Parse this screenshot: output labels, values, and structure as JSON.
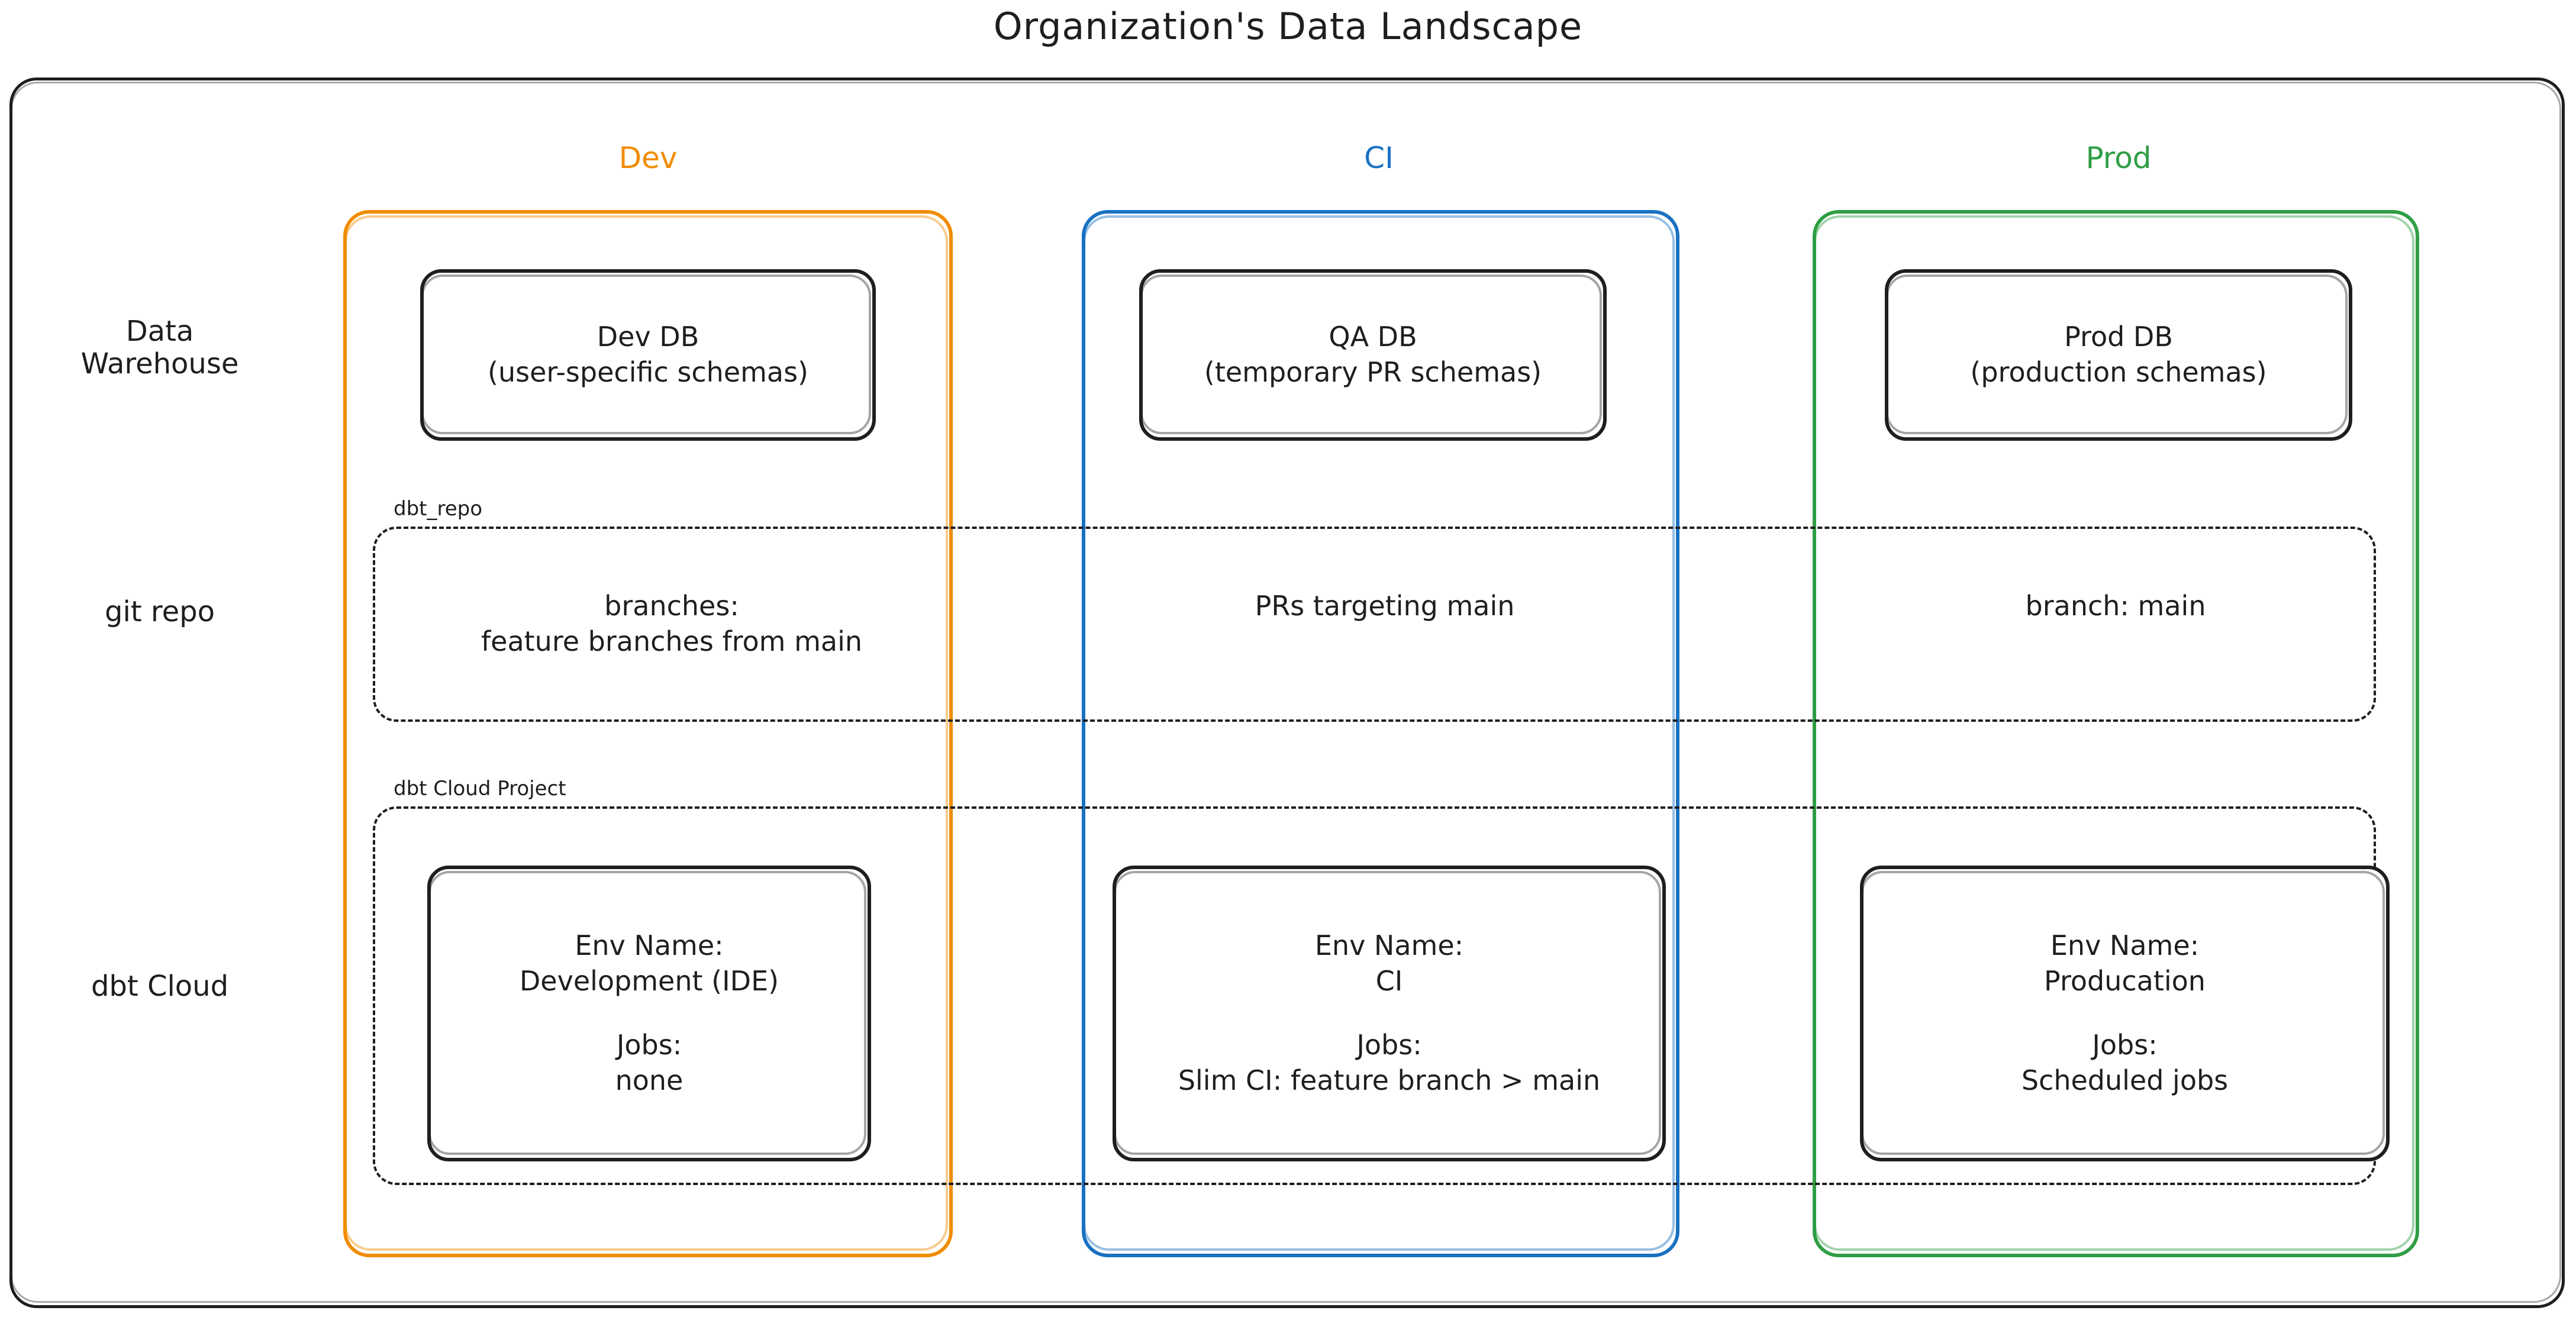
{
  "title": "Organization's Data Landscape",
  "row_labels": {
    "warehouse_line1": "Data",
    "warehouse_line2": "Warehouse",
    "git": "git repo",
    "dbt_cloud": "dbt Cloud"
  },
  "environments": [
    {
      "key": "dev",
      "label": "Dev",
      "color": "#f08c00"
    },
    {
      "key": "ci",
      "label": "CI",
      "color": "#1971c2"
    },
    {
      "key": "prod",
      "label": "Prod",
      "color": "#2f9e44"
    }
  ],
  "warehouse": {
    "dev": {
      "name": "Dev DB",
      "detail": "(user-specific schemas)"
    },
    "ci": {
      "name": "QA DB",
      "detail": "(temporary PR schemas)"
    },
    "prod": {
      "name": "Prod DB",
      "detail": "(production schemas)"
    }
  },
  "git_repo": {
    "caption": "dbt_repo",
    "dev": {
      "line1": "branches:",
      "line2": "feature branches from main"
    },
    "ci": {
      "line1": "PRs targeting main",
      "line2": ""
    },
    "prod": {
      "line1": "branch: main",
      "line2": ""
    }
  },
  "dbt_cloud": {
    "caption": "dbt Cloud Project",
    "env_name_label": "Env Name:",
    "jobs_label": "Jobs:",
    "dev": {
      "env_name": "Development (IDE)",
      "jobs": "none"
    },
    "ci": {
      "env_name": "CI",
      "jobs": "Slim CI: feature branch > main"
    },
    "prod": {
      "env_name": "Producation",
      "jobs": "Scheduled jobs"
    }
  },
  "colors": {
    "stroke": "#1e1e1e",
    "background": "#ffffff",
    "dev": "#f08c00",
    "ci": "#1971c2",
    "prod": "#2f9e44"
  }
}
